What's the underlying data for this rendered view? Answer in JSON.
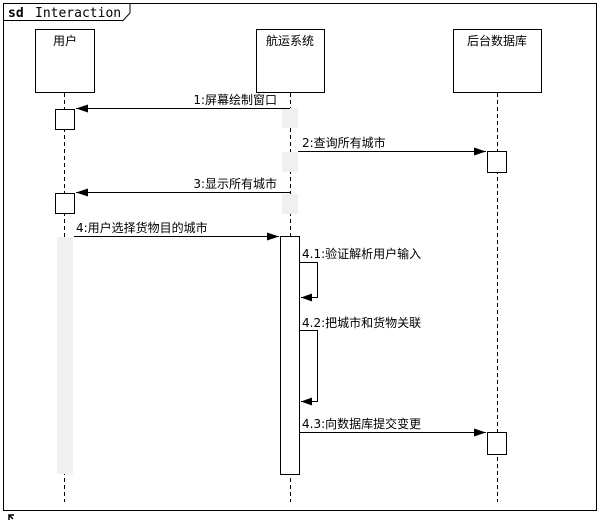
{
  "frame": {
    "keyword": "sd",
    "name": "Interaction"
  },
  "lifelines": [
    {
      "id": "user",
      "label": "用户"
    },
    {
      "id": "shipping",
      "label": "航运系统"
    },
    {
      "id": "db",
      "label": "后台数据库"
    }
  ],
  "messages": [
    {
      "id": "m1",
      "text": "1:屏幕绘制窗口",
      "from": "shipping",
      "to": "user",
      "kind": "sync"
    },
    {
      "id": "m2",
      "text": "2:查询所有城市",
      "from": "shipping",
      "to": "db",
      "kind": "sync"
    },
    {
      "id": "m3",
      "text": "3:显示所有城市",
      "from": "shipping",
      "to": "user",
      "kind": "sync"
    },
    {
      "id": "m4",
      "text": "4:用户选择货物目的城市",
      "from": "user",
      "to": "shipping",
      "kind": "sync"
    },
    {
      "id": "m41",
      "text": "4.1:验证解析用户输入",
      "from": "shipping",
      "to": "shipping",
      "kind": "self"
    },
    {
      "id": "m42",
      "text": "4.2:把城市和货物关联",
      "from": "shipping",
      "to": "shipping",
      "kind": "self"
    },
    {
      "id": "m43",
      "text": "4.3:向数据库提交变更",
      "from": "shipping",
      "to": "db",
      "kind": "sync"
    }
  ]
}
